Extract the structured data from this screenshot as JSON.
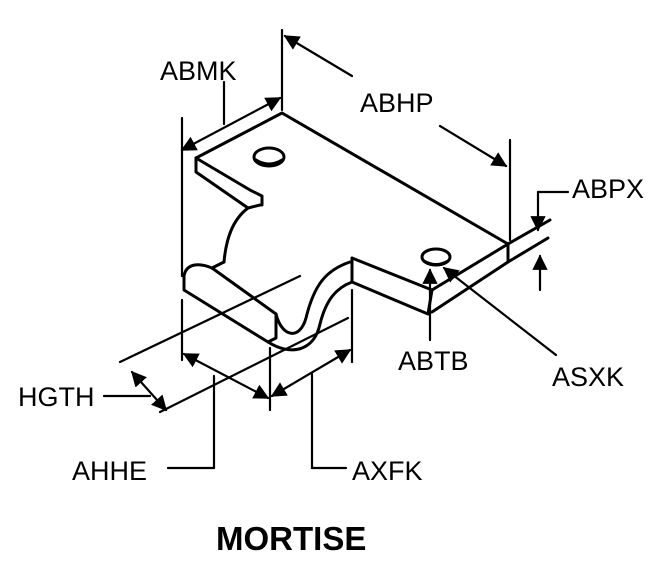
{
  "title": "MORTISE",
  "dimensions": {
    "abmk": "ABMK",
    "abhp": "ABHP",
    "abpx": "ABPX",
    "abtb": "ABTB",
    "asxk": "ASXK",
    "hgth": "HGTH",
    "ahhe": "AHHE",
    "axfk": "AXFK"
  }
}
